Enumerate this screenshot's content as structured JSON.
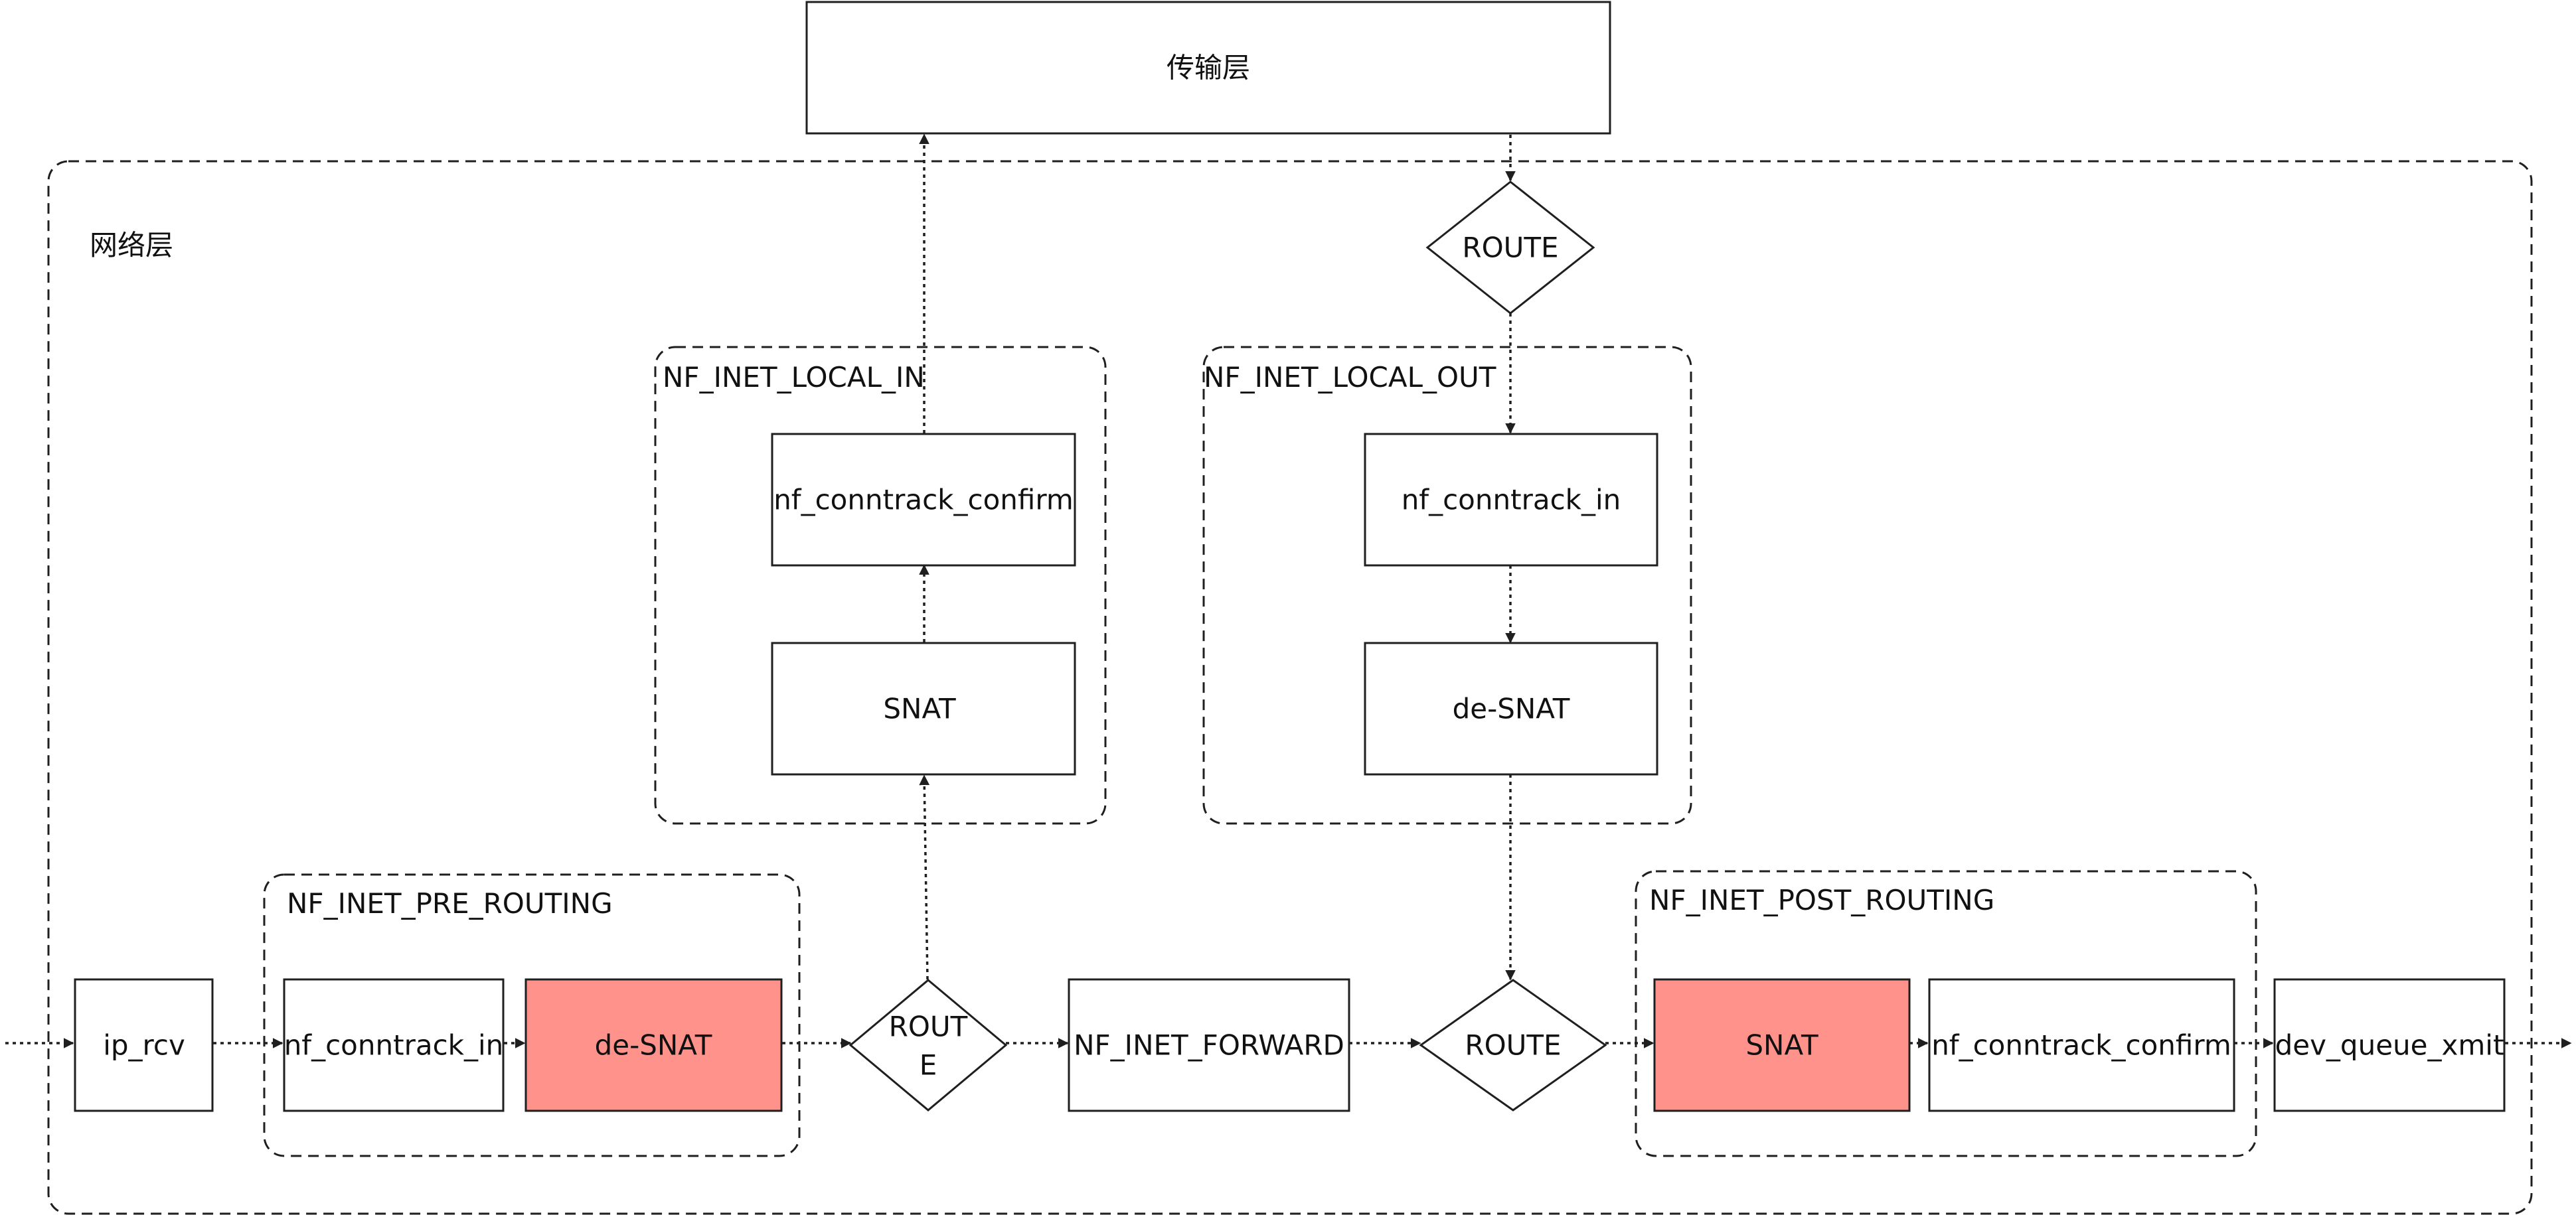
{
  "colors": {
    "stroke": "#1f1f1f",
    "highlight": "#ff928a",
    "background": "#ffffff"
  },
  "layers": {
    "transport": "传输层",
    "network": "网络层"
  },
  "groups": {
    "local_in": "NF_INET_LOCAL_IN",
    "local_out": "NF_INET_LOCAL_OUT",
    "pre_routing": "NF_INET_PRE_ROUTING",
    "post_routing": "NF_INET_POST_ROUTING"
  },
  "nodes": {
    "ip_rcv": "ip_rcv",
    "pre_conntrack_in": "nf_conntrack_in",
    "pre_desnat": "de-SNAT",
    "route_in_line1": "ROUT",
    "route_in_line2": "E",
    "forward": "NF_INET_FORWARD",
    "route_post": "ROUTE",
    "post_snat": "SNAT",
    "post_confirm": "nf_conntrack_confirm",
    "xmit": "dev_queue_xmit",
    "in_snat": "SNAT",
    "in_confirm": "nf_conntrack_confirm",
    "out_route": "ROUTE",
    "out_conntrack_in": "nf_conntrack_in",
    "out_desnat": "de-SNAT"
  }
}
